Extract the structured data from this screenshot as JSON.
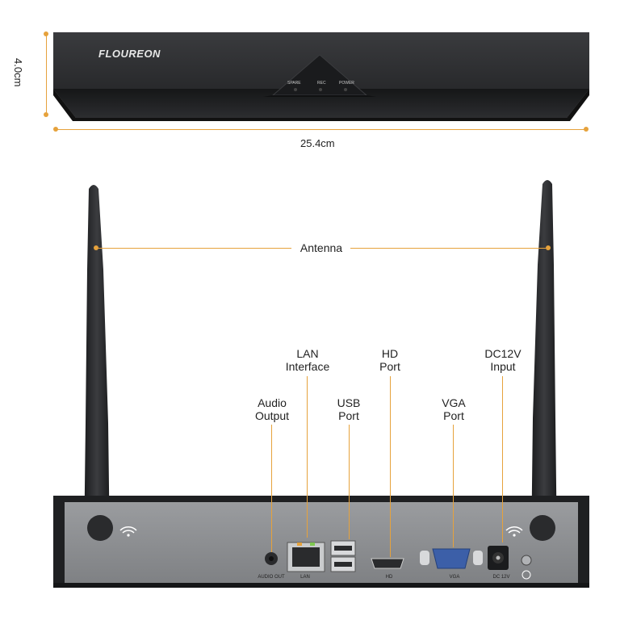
{
  "brand": "FLOUREON",
  "front_panel": {
    "leds": [
      "SPARE",
      "REC",
      "POWER"
    ]
  },
  "dimensions": {
    "height": "4.0cm",
    "width": "25.4cm"
  },
  "callouts": {
    "antenna": "Antenna",
    "lan": "LAN\nInterface",
    "hd": "HD\nPort",
    "dc": "DC12V\nInput",
    "audio": "Audio\nOutput",
    "usb": "USB\nPort",
    "vga": "VGA\nPort"
  },
  "rear_labels": {
    "audio": "AUDIO OUT",
    "lan": "LAN",
    "hd": "HD",
    "vga": "VGA",
    "dc": "DC 12V"
  },
  "colors": {
    "accent": "#e6a23c",
    "device": "#2a2b2d",
    "rear_plate": "#8f9194"
  }
}
